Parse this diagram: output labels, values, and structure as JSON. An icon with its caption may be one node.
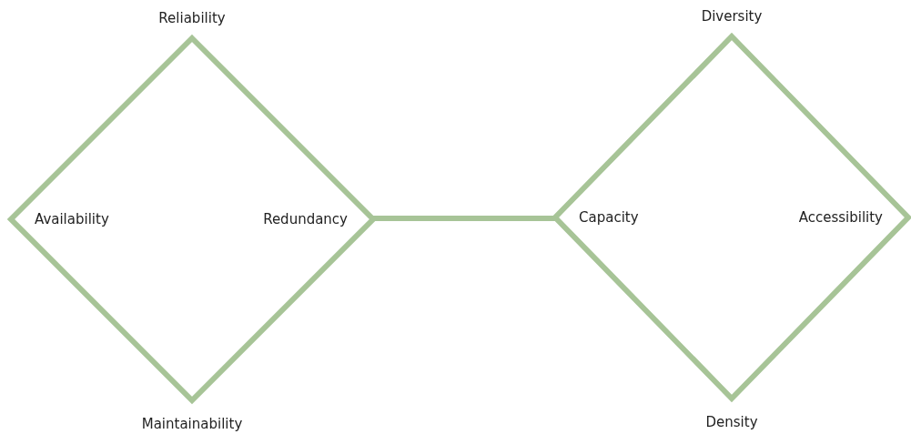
{
  "diagram": {
    "nodes": [
      {
        "text": [
          "Reliability",
          "Availability",
          "Redundancy",
          "Maintainability"
        ]
      },
      {
        "text": [
          "Diversity",
          "Capacity",
          "Accessibility",
          "Density"
        ]
      }
    ],
    "edges": [
      {
        "from": 0,
        "to": 1,
        "arrow": "none"
      }
    ]
  }
}
